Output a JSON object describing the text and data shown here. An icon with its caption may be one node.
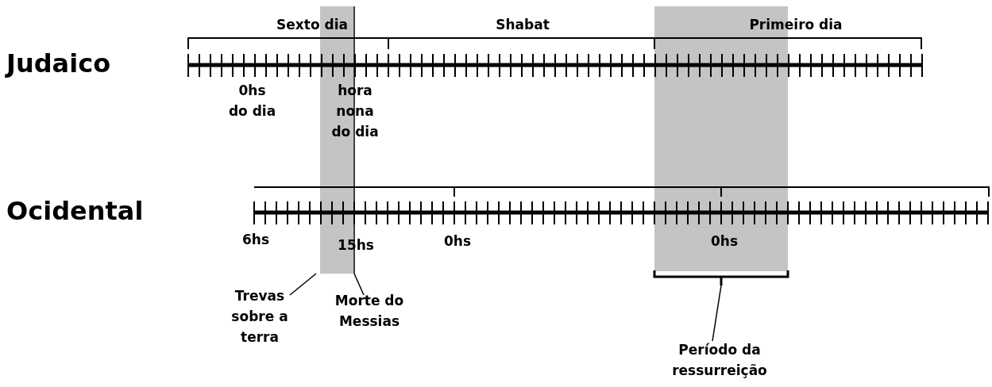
{
  "diagram": {
    "nodes": [
      {
        "text": [
          "Trevas sobre a terra"
        ]
      },
      {
        "text": [],
        "shape": "box"
      },
      {
        "text": [
          "Morte do Messias"
        ]
      },
      {
        "text": [],
        "shape": "bar"
      },
      {
        "text": [
          "Período da ressurreição"
        ]
      },
      {
        "text": [],
        "shape": "bracket"
      }
    ],
    "edges": [
      {
        "from": 0,
        "to": 1,
        "arrow": "none"
      },
      {
        "from": 2,
        "to": 3,
        "arrow": "none"
      },
      {
        "from": 4,
        "to": 5,
        "arrow": "none"
      }
    ],
    "labels": [
      "Sexto dia",
      "Shabat",
      "Primeiro dia",
      "Judaico",
      "0hs do dia",
      "hora nona do dia",
      "Ocidental",
      "6hs",
      "15hs",
      "0hs",
      "0hs"
    ]
  }
}
